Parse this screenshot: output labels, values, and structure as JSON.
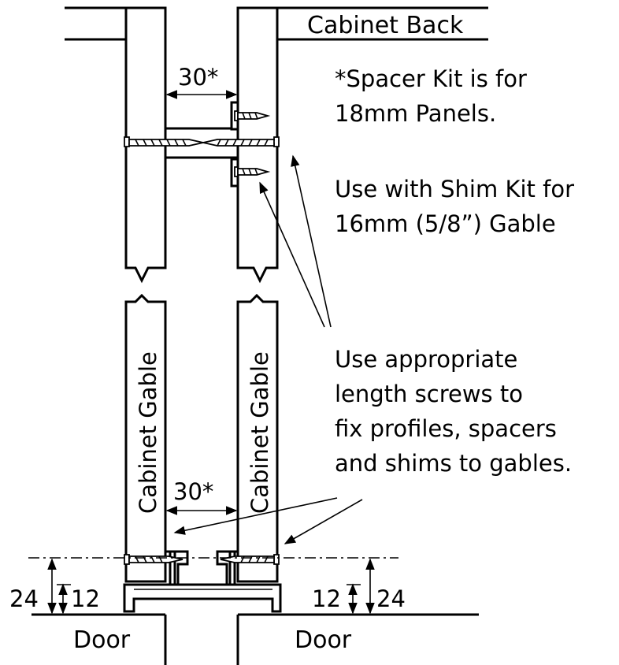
{
  "labels": {
    "cabinet_back": "Cabinet Back",
    "gable_left": "Cabinet Gable",
    "gable_right": "Cabinet Gable",
    "door_left": "Door",
    "door_right": "Door"
  },
  "dimensions": {
    "top_gap": "30*",
    "bottom_gap": "30*",
    "left_outer": "24",
    "left_inner": "12",
    "right_inner": "12",
    "right_outer": "24"
  },
  "notes": {
    "spacer_line1": "*Spacer Kit is for",
    "spacer_line2": "18mm Panels.",
    "shim_line1": "Use with Shim Kit for",
    "shim_line2": "16mm (5/8”) Gable",
    "screw_line1": "Use appropriate",
    "screw_line2": "length screws to",
    "screw_line3": "fix profiles, spacers",
    "screw_line4": "and shims to gables."
  }
}
